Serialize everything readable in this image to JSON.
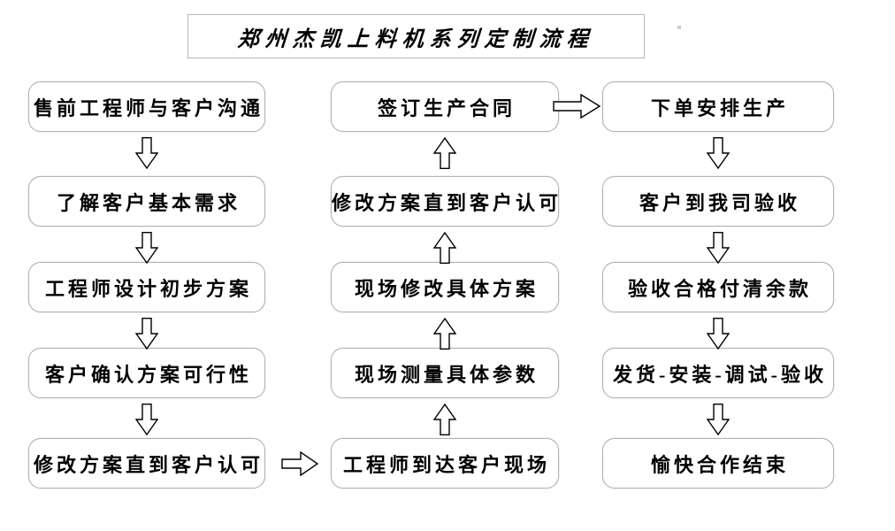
{
  "title": "郑州杰凯上料机系列定制流程",
  "columns": {
    "left": {
      "flow_direction": "down",
      "items": [
        "售前工程师与客户沟通",
        "了解客户基本需求",
        "工程师设计初步方案",
        "客户确认方案可行性",
        "修改方案直到客户认可"
      ]
    },
    "middle": {
      "flow_direction": "up",
      "items": [
        "签订生产合同",
        "修改方案直到客户认可",
        "现场修改具体方案",
        "现场测量具体参数",
        "工程师到达客户现场"
      ]
    },
    "right": {
      "flow_direction": "down",
      "items": [
        "下单安排生产",
        "客户到我司验收",
        "验收合格付清余款",
        "发货-安装-调试-验收",
        "愉快合作结束"
      ]
    }
  },
  "connectors": {
    "left_bottom_to_middle_bottom": "right-arrow",
    "middle_top_to_right_top": "right-arrow"
  },
  "icons": {
    "arrow_down": "⇩",
    "arrow_up": "⇧",
    "arrow_right": "⇨"
  },
  "colors": {
    "background": "#ffffff",
    "box_border": "#b3b3b3",
    "text": "#000000",
    "arrow_outline": "#000000",
    "arrow_fill": "#ffffff"
  }
}
